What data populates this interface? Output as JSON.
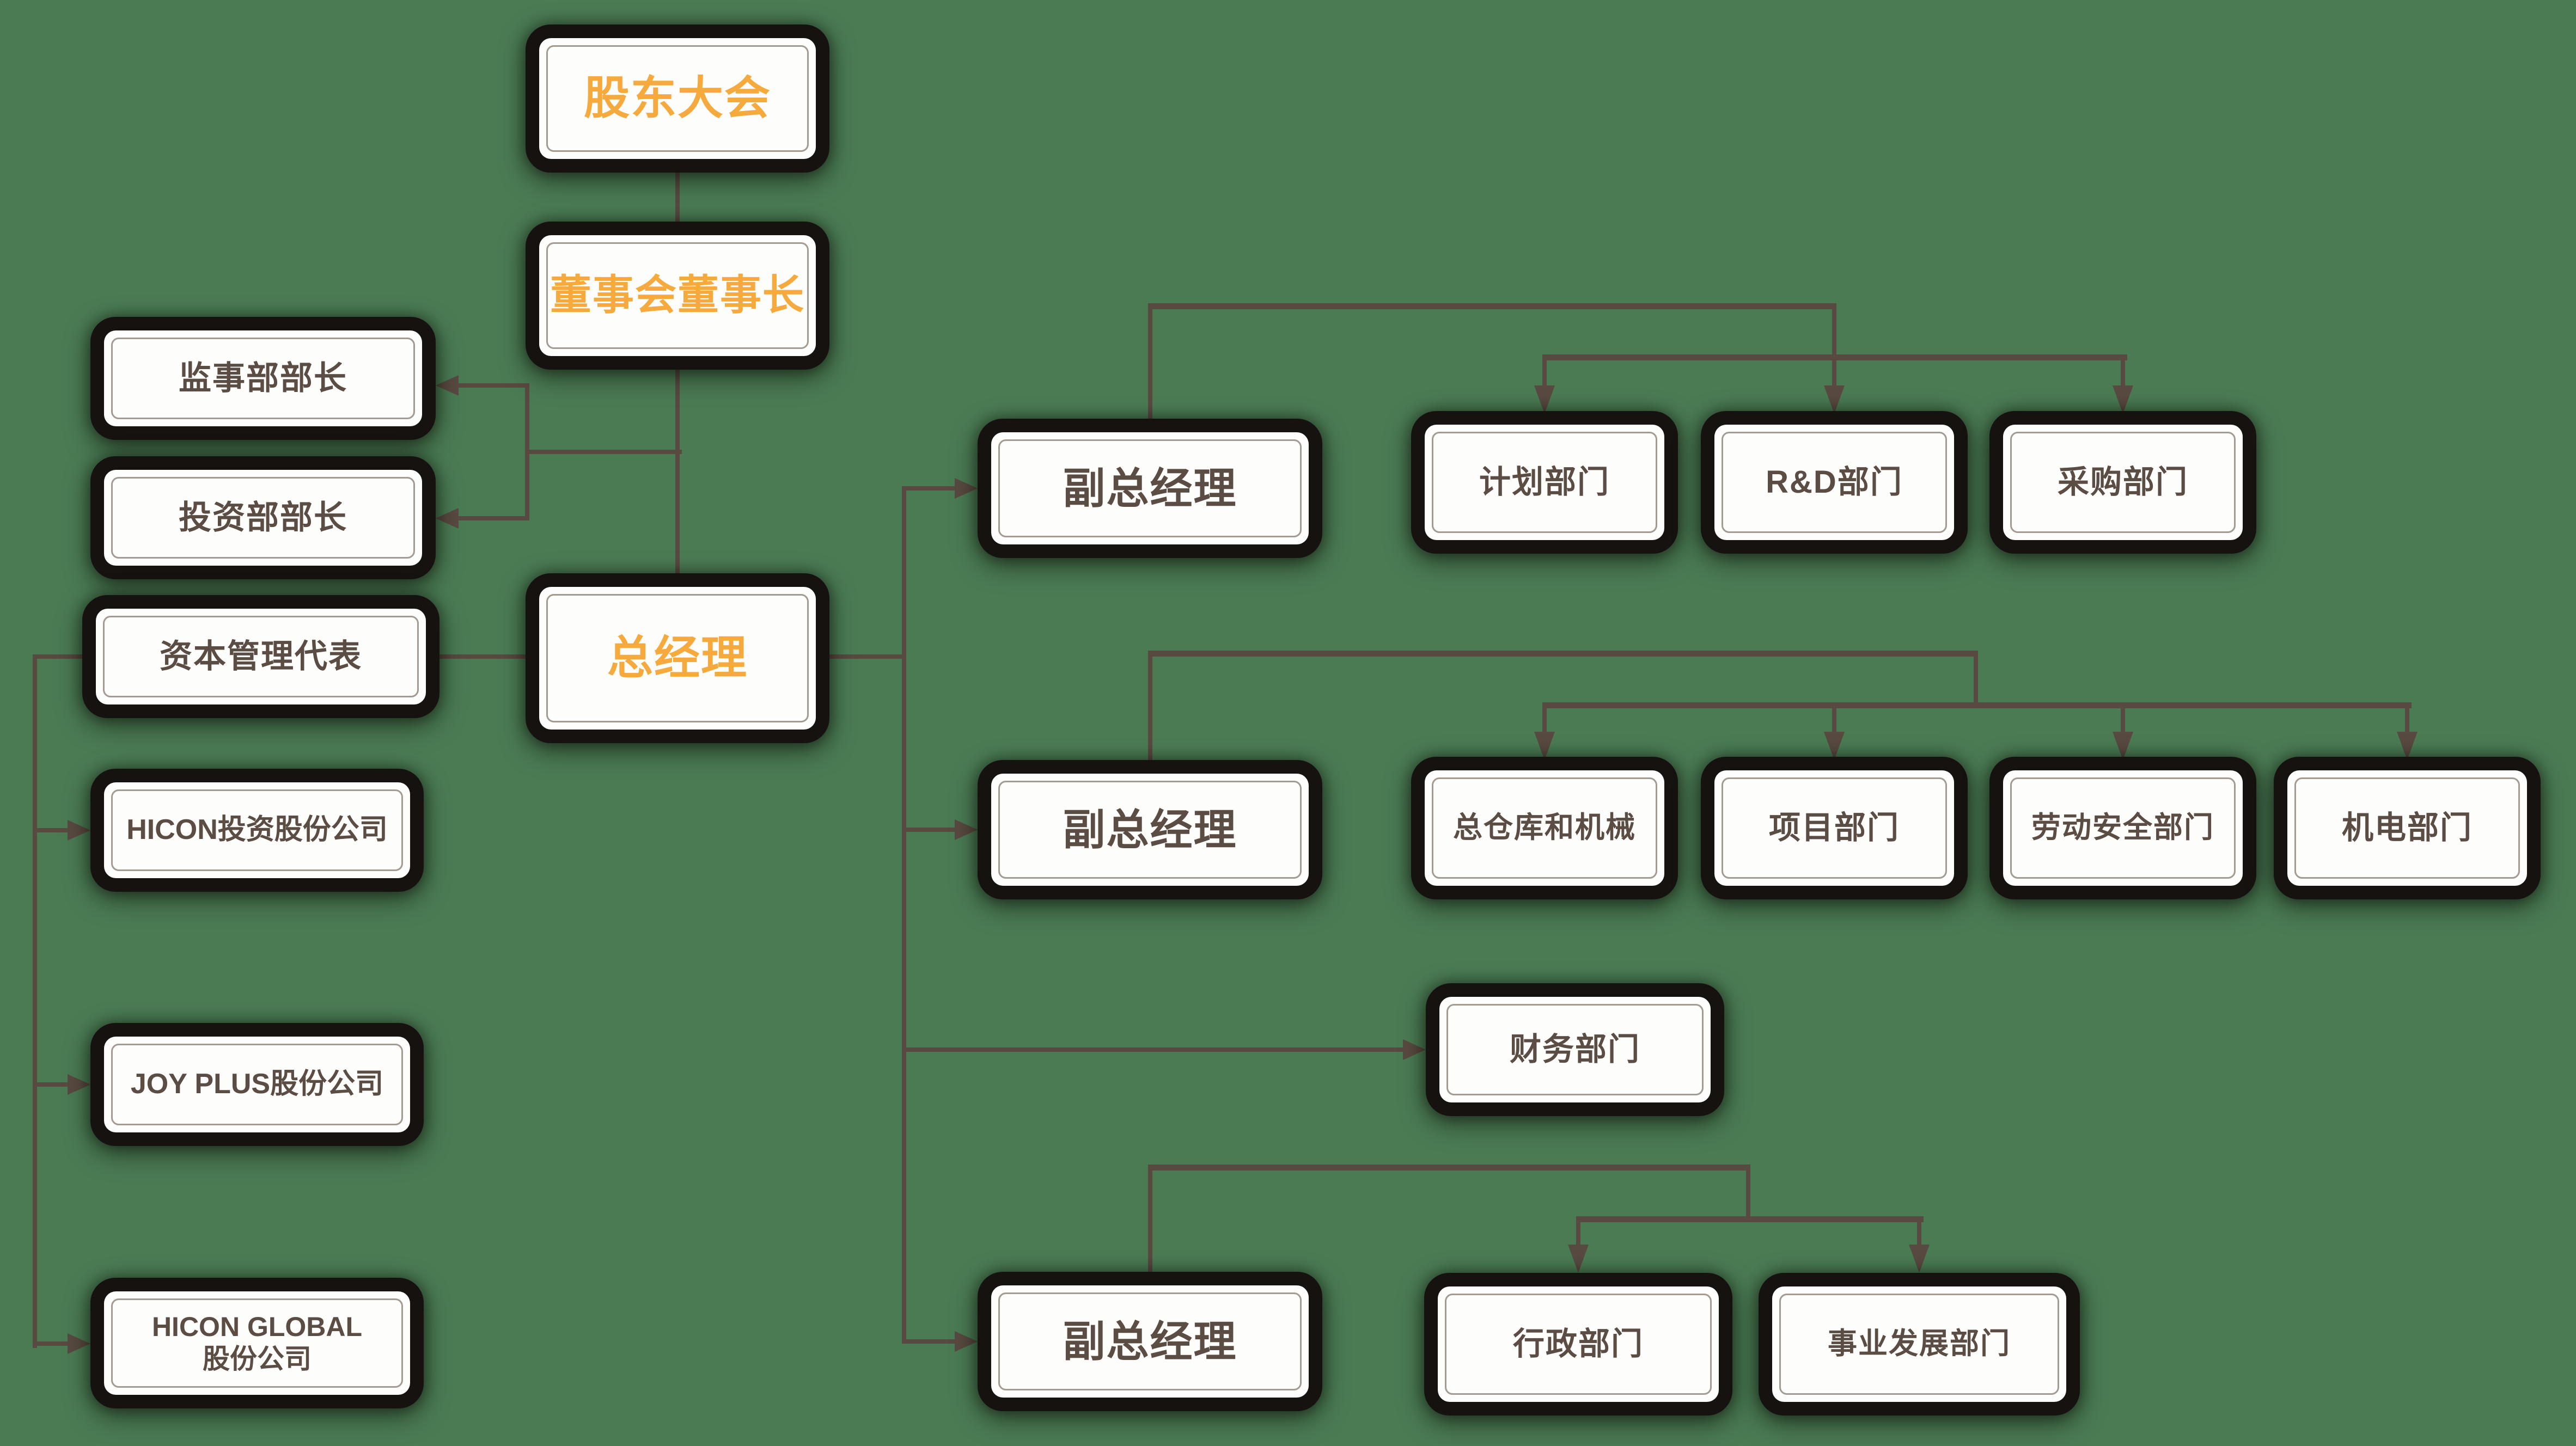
{
  "diagram": {
    "type": "org-chart",
    "background_color": "#4A7B53",
    "accent_color": "#F6A93C",
    "text_color": "#5B4C44",
    "line_color": "#584A41",
    "box_fill": "#FDFDFC",
    "box_frame": "#161210",
    "nodes": [
      {
        "id": "shareholders",
        "label": "股东大会",
        "emphasis": true
      },
      {
        "id": "chairman",
        "label": "董事会董事长",
        "emphasis": true
      },
      {
        "id": "supervision-head",
        "label": "监事部部长"
      },
      {
        "id": "investment-head",
        "label": "投资部部长"
      },
      {
        "id": "capital-rep",
        "label": "资本管理代表"
      },
      {
        "id": "general-manager",
        "label": "总经理",
        "emphasis": true
      },
      {
        "id": "hicon-invest",
        "label": "HICON投资股份公司"
      },
      {
        "id": "joy-plus",
        "label": "JOY PLUS股份公司"
      },
      {
        "id": "hicon-global",
        "label": "HICON GLOBAL\n股份公司"
      },
      {
        "id": "deputy-gm-1",
        "label": "副总经理"
      },
      {
        "id": "planning-dept",
        "label": "计划部门"
      },
      {
        "id": "rd-dept",
        "label": "R&D部门"
      },
      {
        "id": "procurement-dept",
        "label": "采购部门"
      },
      {
        "id": "deputy-gm-2",
        "label": "副总经理"
      },
      {
        "id": "warehouse-machinery",
        "label": "总仓库和机械"
      },
      {
        "id": "project-dept",
        "label": "项目部门"
      },
      {
        "id": "labor-safety-dept",
        "label": "劳动安全部门"
      },
      {
        "id": "mech-elec-dept",
        "label": "机电部门"
      },
      {
        "id": "finance-dept",
        "label": "财务部门"
      },
      {
        "id": "deputy-gm-3",
        "label": "副总经理"
      },
      {
        "id": "admin-dept",
        "label": "行政部门"
      },
      {
        "id": "biz-dev-dept",
        "label": "事业发展部门"
      }
    ],
    "edges": [
      {
        "from": "shareholders",
        "to": "chairman",
        "style": "line"
      },
      {
        "from": "chairman",
        "to": "general-manager",
        "style": "line"
      },
      {
        "from": "chairman",
        "to": "supervision-head",
        "style": "arrow"
      },
      {
        "from": "chairman",
        "to": "investment-head",
        "style": "arrow"
      },
      {
        "from": "capital-rep",
        "to": "general-manager",
        "style": "line"
      },
      {
        "from": "capital-rep",
        "to": "hicon-invest",
        "style": "arrow"
      },
      {
        "from": "capital-rep",
        "to": "joy-plus",
        "style": "arrow"
      },
      {
        "from": "capital-rep",
        "to": "hicon-global",
        "style": "arrow"
      },
      {
        "from": "general-manager",
        "to": "deputy-gm-1",
        "style": "arrow"
      },
      {
        "from": "general-manager",
        "to": "deputy-gm-2",
        "style": "arrow"
      },
      {
        "from": "general-manager",
        "to": "finance-dept",
        "style": "arrow"
      },
      {
        "from": "general-manager",
        "to": "deputy-gm-3",
        "style": "arrow"
      },
      {
        "from": "deputy-gm-1",
        "to": "planning-dept",
        "style": "arrow"
      },
      {
        "from": "deputy-gm-1",
        "to": "rd-dept",
        "style": "arrow"
      },
      {
        "from": "deputy-gm-1",
        "to": "procurement-dept",
        "style": "arrow"
      },
      {
        "from": "deputy-gm-2",
        "to": "warehouse-machinery",
        "style": "arrow"
      },
      {
        "from": "deputy-gm-2",
        "to": "project-dept",
        "style": "arrow"
      },
      {
        "from": "deputy-gm-2",
        "to": "labor-safety-dept",
        "style": "arrow"
      },
      {
        "from": "deputy-gm-2",
        "to": "mech-elec-dept",
        "style": "arrow"
      },
      {
        "from": "deputy-gm-3",
        "to": "admin-dept",
        "style": "arrow"
      },
      {
        "from": "deputy-gm-3",
        "to": "biz-dev-dept",
        "style": "arrow"
      }
    ]
  }
}
